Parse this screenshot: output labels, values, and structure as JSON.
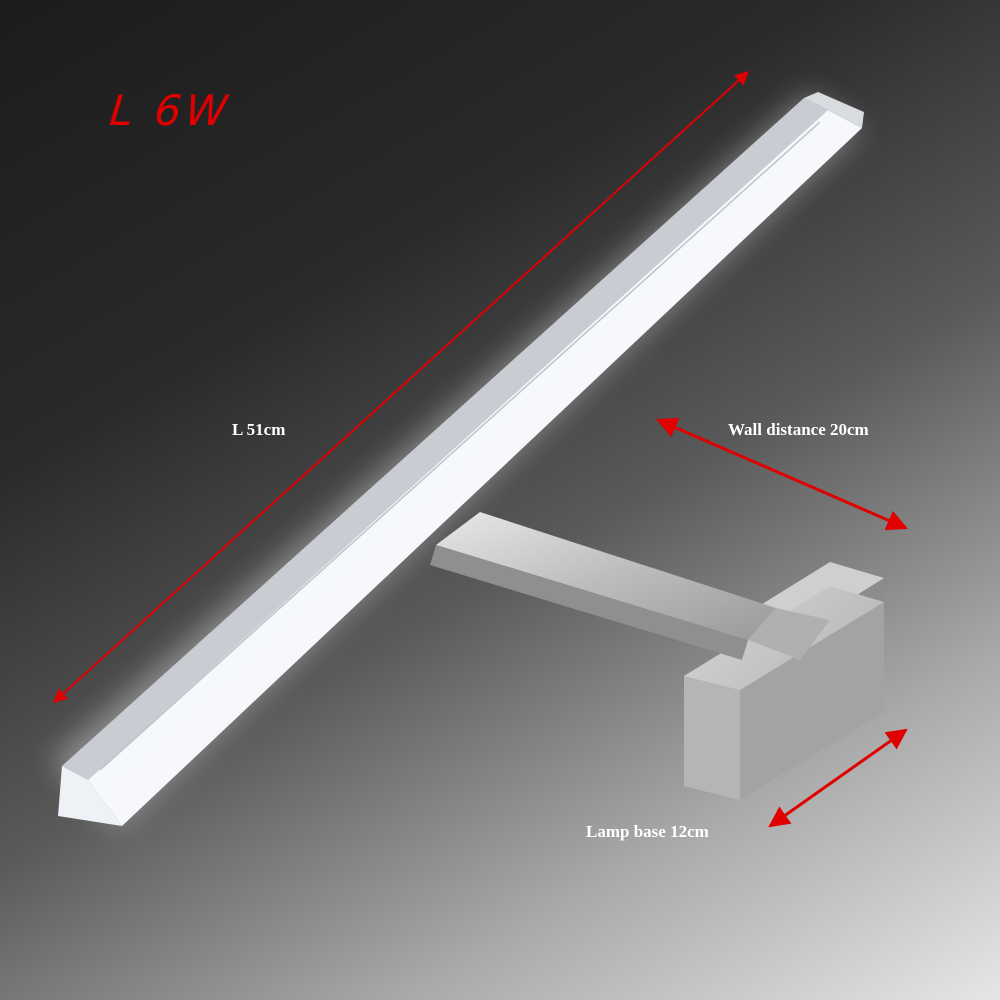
{
  "colors": {
    "annotation": "#e00000",
    "label_text": "#ffffff",
    "light_bar": "#f7f9fc",
    "bracket_metal": "#c8c8c8"
  },
  "annotations": {
    "title": "L 6W",
    "length": "L 51cm",
    "wall_distance": "Wall distance 20cm",
    "lamp_base": "Lamp base 12cm"
  }
}
